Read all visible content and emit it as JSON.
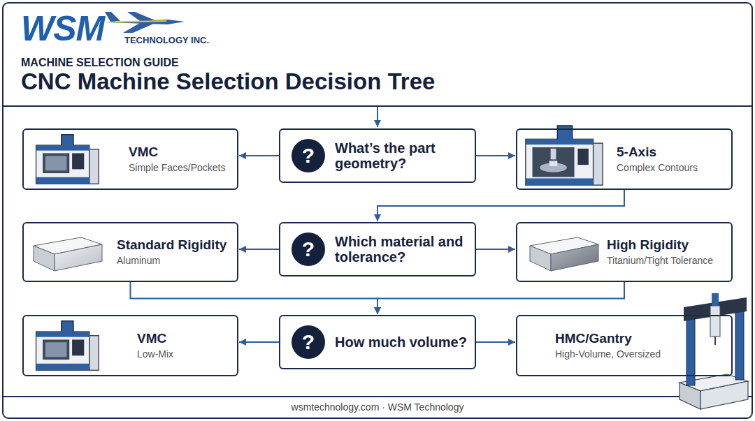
{
  "diagram": {
    "title": "CNC Machine Selection Decision Tree",
    "caption": "wsmtechnology.com · WSM Technology",
    "nodes": [
      {
        "text": [
          "VMC",
          "Simple Faces/Pockets"
        ]
      },
      {
        "text": [
          "What’s the part geometry?"
        ]
      },
      {
        "text": [
          "?"
        ],
        "in": 1
      },
      {
        "text": [
          "5-Axis",
          "Complex Contours"
        ]
      },
      {
        "text": [
          "Standard Rigidity",
          "Aluminum"
        ]
      },
      {
        "text": [
          "Which material and tolerance?"
        ]
      },
      {
        "text": [
          "?"
        ],
        "in": 5
      },
      {
        "text": [
          "High Rigidity",
          "Titanium/Tight Tolerance"
        ]
      },
      {
        "text": [
          "VMC",
          "Low-Mix"
        ]
      },
      {
        "text": [
          "How much volume?"
        ]
      },
      {
        "text": [
          "?"
        ],
        "in": 9
      },
      {
        "text": [
          "HMC/Gantry",
          "High-Volume, Oversized"
        ]
      }
    ],
    "edges": [
      {
        "from": 1,
        "to": 0,
        "arrow": "to"
      },
      {
        "from": 1,
        "to": 3,
        "arrow": "to"
      },
      {
        "from": 3,
        "to": 5,
        "arrow": "to"
      },
      {
        "from": 5,
        "to": 4,
        "arrow": "to"
      },
      {
        "from": 5,
        "to": 7,
        "arrow": "to"
      },
      {
        "from": 4,
        "to": 9,
        "arrow": "to"
      },
      {
        "from": 7,
        "to": 9,
        "arrow": "to"
      },
      {
        "from": 9,
        "to": 8,
        "arrow": "to"
      },
      {
        "from": 9,
        "to": 11,
        "arrow": "to"
      }
    ],
    "labels": [
      "WSM",
      "TECHNOLOGY INC.",
      "MACHINE SELECTION GUIDE"
    ]
  }
}
